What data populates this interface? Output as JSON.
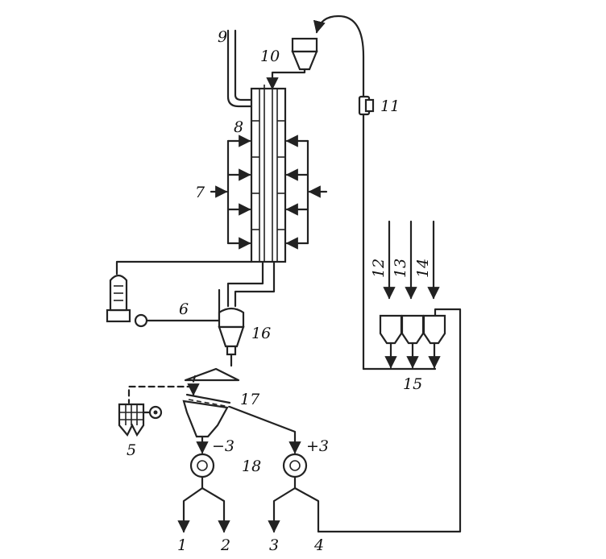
{
  "labels": {
    "n1": "1",
    "n2": "2",
    "n3": "3",
    "n4": "4",
    "n5": "5",
    "n6": "6",
    "n7": "7",
    "n8": "8",
    "n9": "9",
    "n10": "10",
    "n11": "11",
    "n12": "12",
    "n13": "13",
    "n14": "14",
    "n15": "15",
    "n16": "16",
    "n17": "17",
    "n18": "18",
    "minus3": "−3",
    "plus3": "+3"
  }
}
